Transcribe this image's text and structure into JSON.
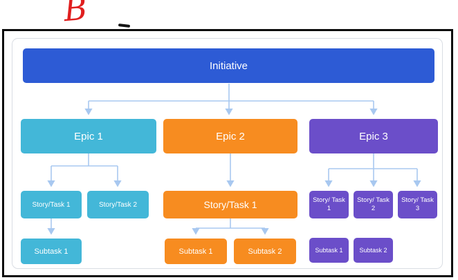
{
  "annotation": {
    "grade_letter": "B"
  },
  "diagram": {
    "initiative": {
      "label": "Initiative"
    },
    "epics": [
      {
        "label": "Epic 1",
        "stories": [
          "Story/Task 1",
          "Story/Task 2"
        ],
        "subtasks": [
          "Subtask 1"
        ]
      },
      {
        "label": "Epic 2",
        "stories": [
          "Story/Task 1"
        ],
        "subtasks": [
          "Subtask 1",
          "Subtask 2"
        ]
      },
      {
        "label": "Epic 3",
        "stories": [
          "Story/ Task 1",
          "Story/ Task 2",
          "Story/ Task 3"
        ],
        "subtasks": [
          "Subtask 1",
          "Subtask 2"
        ]
      }
    ],
    "colors": {
      "initiative_blue": "#2d5bd5",
      "epic1_cyan": "#43b7d8",
      "epic2_orange": "#f78c20",
      "epic3_purple": "#6b4ec9",
      "connector_light_blue": "#a8c8f0"
    }
  }
}
